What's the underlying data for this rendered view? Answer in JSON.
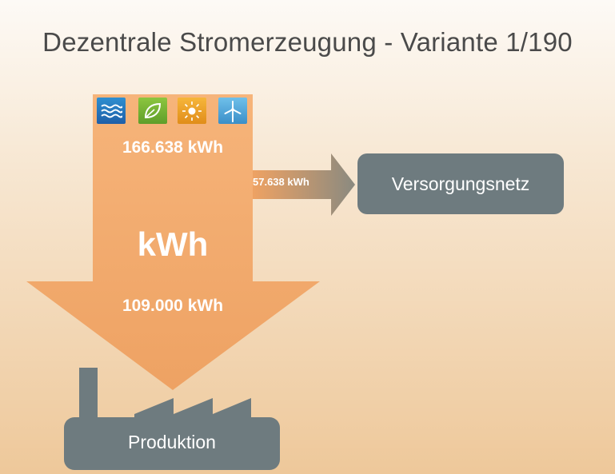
{
  "title": "Dezentrale Stromerzeugung - Variante 1/190",
  "sources": {
    "icons": [
      "water-icon",
      "leaf-icon",
      "sun-icon",
      "wind-turbine-icon"
    ]
  },
  "production": {
    "total": "166.638 kWh",
    "unit": "kWh",
    "self_consumption": "109.000 kWh"
  },
  "grid": {
    "feed_in": "57.638 kWh",
    "label": "Versorgungsnetz"
  },
  "consumer": {
    "label": "Produktion"
  },
  "colors": {
    "arrow": "#f0a868",
    "box": "#6e7b7f",
    "text": "#4a4a4a"
  }
}
